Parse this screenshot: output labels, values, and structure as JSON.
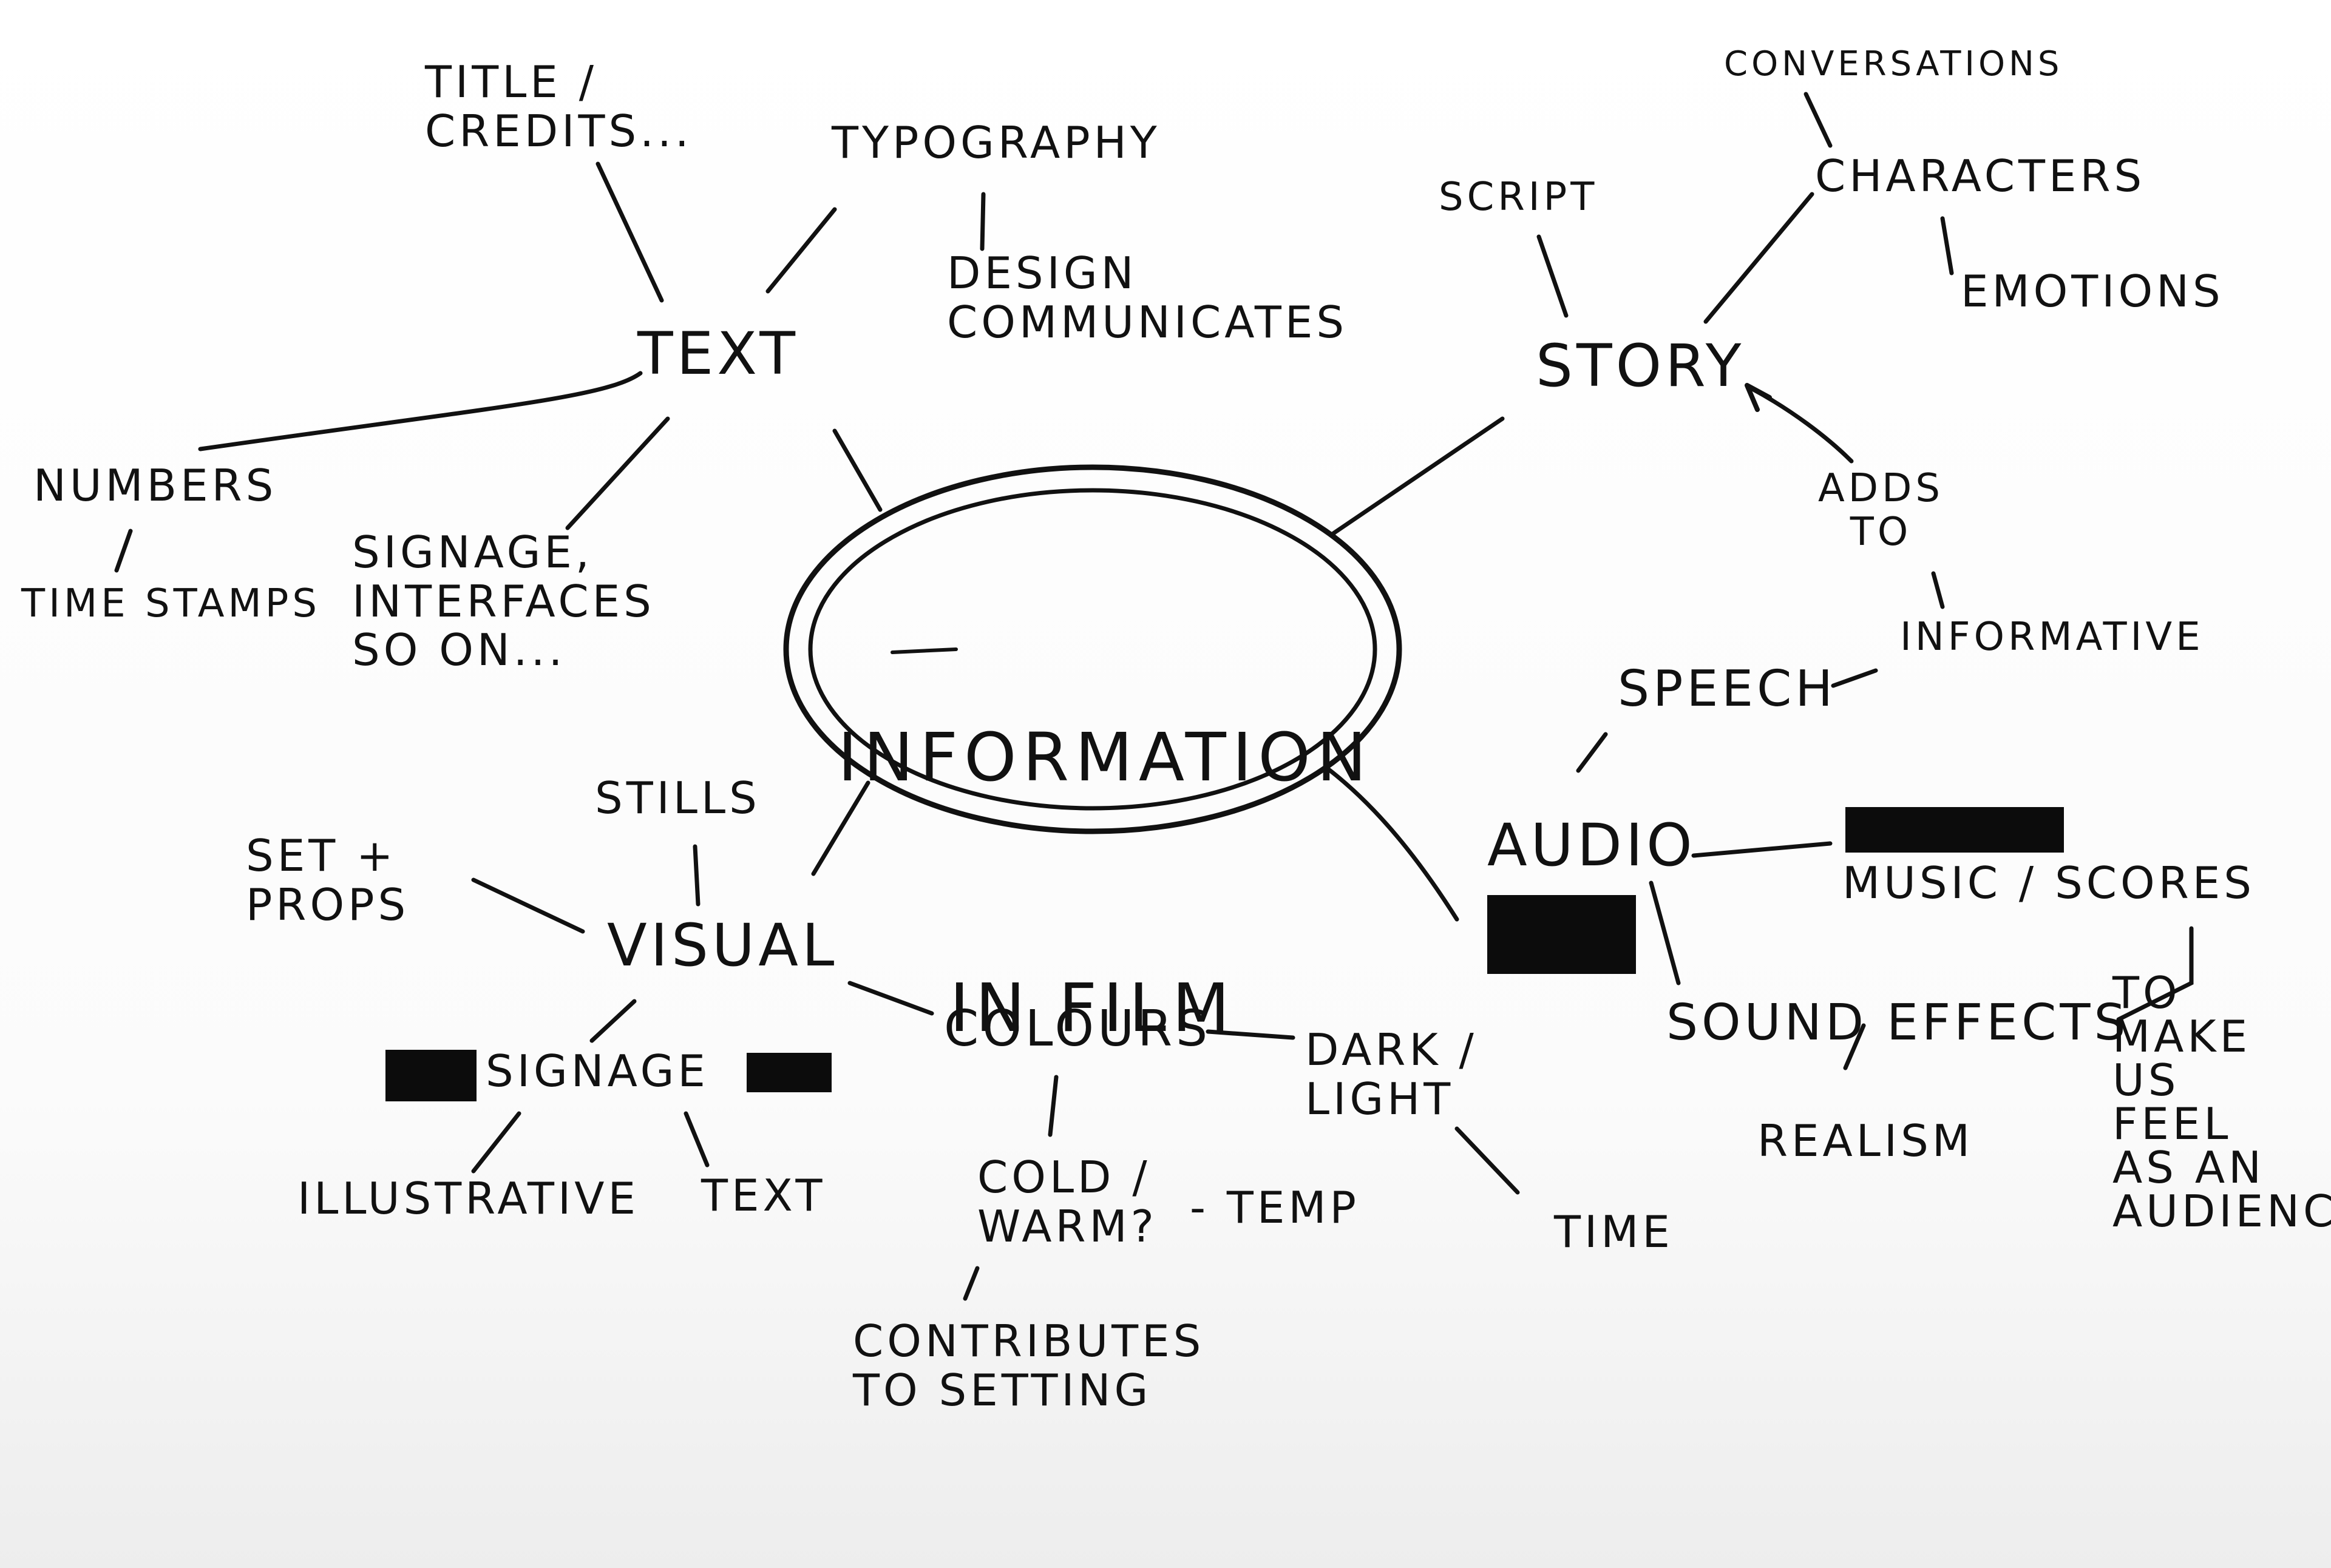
{
  "diagram": {
    "center": {
      "line1": "Information",
      "line2": "in film"
    },
    "nodes": {
      "text": "TEXT",
      "title_credits": "TITLE /\nCREDITS...",
      "typography": "TYPOGRAPHY",
      "design_communicates": "DESIGN\nCOMMUNICATES",
      "numbers": "NUMBERS",
      "time_stamps": "TIME STAMPS",
      "signage_interfaces": "SIGNAGE,\nINTERFACES\nSO ON...",
      "story": "STORY",
      "script": "SCRIPT",
      "characters": "CHARACTERS",
      "conversations": "CONVERSATIONS",
      "emotions": "EMOTIONS",
      "adds_to": "ADDS\nTO",
      "informative": "INFORMATIVE",
      "speech": "SPEECH",
      "audio": "AUDIO",
      "music_scores": "MUSIC / SCORES",
      "sound_effects": "SOUND EFFECTS",
      "realism": "REALISM",
      "to_make_us_feel": "TO\nMAKE\nUS\nFEEL\nAS AN\nAUDIENCE",
      "visual": "VISUAL",
      "stills": "STILLS",
      "set_props": "SET +\nPROPS",
      "signage": "SIGNAGE",
      "illustrative": "ILLUSTRATIVE",
      "visual_text": "TEXT",
      "colours": "COLOURS",
      "dark_light": "DARK /\nLIGHT",
      "time": "TIME",
      "cold_warm": "COLD /\nWARM?",
      "temp": "- TEMP",
      "contributes_to_setting": "CONTRIBUTES\nTO SETTING"
    }
  }
}
